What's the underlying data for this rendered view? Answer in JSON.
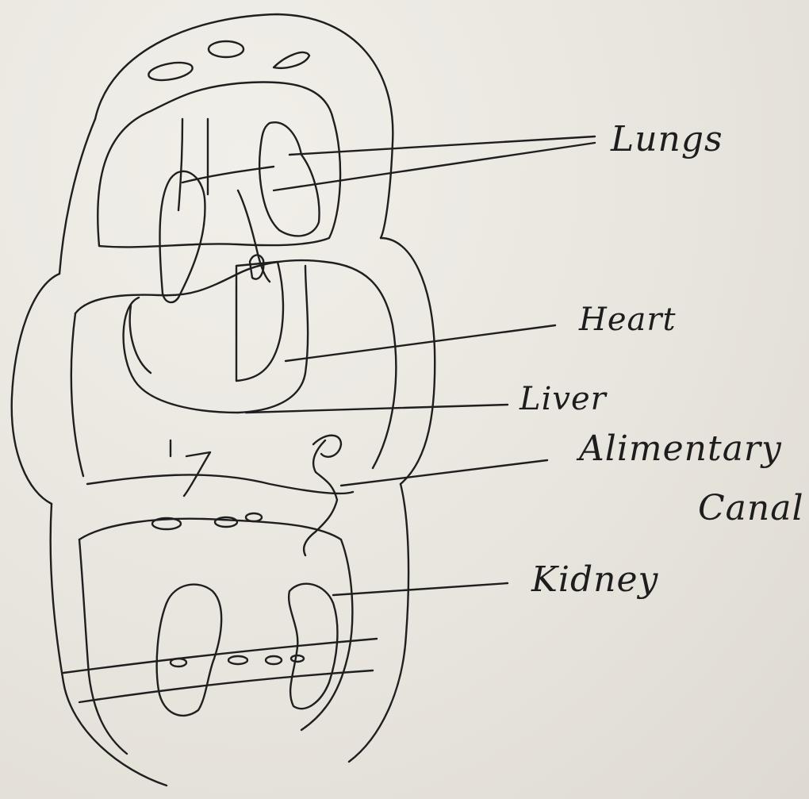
{
  "diagram": {
    "labels": {
      "lungs": "Lungs",
      "heart": "Heart",
      "liver": "Liver",
      "alimentary_1": "Alimentary",
      "alimentary_2": "Canal",
      "kidney": "Kidney"
    }
  },
  "colors": {
    "ink": "#1f1f1f",
    "paper": "#e9e6df"
  }
}
